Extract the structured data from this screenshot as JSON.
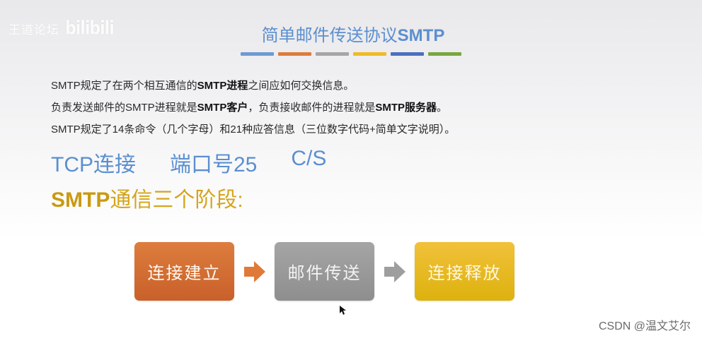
{
  "watermark": {
    "forum": "王道论坛",
    "bilibili": "bilibili"
  },
  "slide": {
    "title_cn": "简单邮件传送协议",
    "title_en": "SMTP",
    "accent_bars": [
      "#6c9bd2",
      "#dd7c3c",
      "#a5a5a5",
      "#eebc25",
      "#4a6fc1",
      "#77a73e"
    ],
    "lines": [
      {
        "p1": "SMTP规定了在两个相互通信的",
        "b1": "SMTP进程",
        "p2": "之间应如何交换信息。"
      },
      {
        "p1": "负责发送邮件的SMTP进程就是",
        "b1": "SMTP客户",
        "p2": "，负责接收邮件的进程就是",
        "b2": "SMTP服务器",
        "p3": "。"
      },
      {
        "p1": "SMTP规定了14条命令（几个字母）和21种应答信息（三位数字代码+简单文字说明）。"
      }
    ],
    "keywords": [
      "TCP连接",
      "端口号25",
      "C/S"
    ],
    "phases_heading_en": "SMTP",
    "phases_heading_cn": "通信三个阶段:",
    "stages": [
      {
        "label": "连接建立",
        "color": "#d46d33"
      },
      {
        "label": "邮件传送",
        "color": "#9b9b9b"
      },
      {
        "label": "连接释放",
        "color": "#e8b91d"
      }
    ]
  },
  "credit": "CSDN @温文艾尔"
}
